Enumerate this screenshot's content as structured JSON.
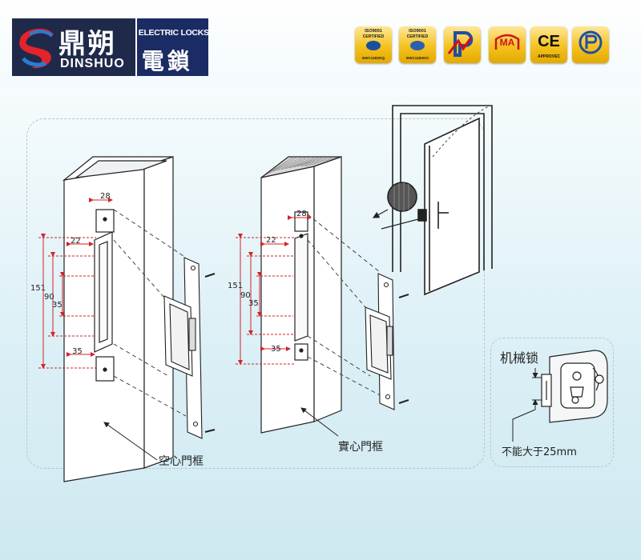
{
  "brand": {
    "name_cn": "鼎朔",
    "name_en": "DINSHUO",
    "product_en": "ELECTRIC LOCKS",
    "product_cn": "電鎖"
  },
  "certifications": [
    {
      "name": "iso9001-certified-badge",
      "line1": "ISO9001",
      "line2": "CERTIFIED",
      "line3": "EWC1183OQ"
    },
    {
      "name": "iso9001-cnas-badge",
      "line1": "ISO9001",
      "line2": "CERTIFIED",
      "line3": "EWC1183OO"
    },
    {
      "name": "quality-mark-badge"
    },
    {
      "name": "cma-badge",
      "text": "MA"
    },
    {
      "name": "ce-badge",
      "text": "CE",
      "sub": "APPROVEC"
    },
    {
      "name": "product-safety-badge"
    }
  ],
  "diagram": {
    "hollow_frame": {
      "label": "空心門框",
      "dims": {
        "d151": "151",
        "d90": "90",
        "d35v": "35",
        "d22": "22",
        "d28": "28",
        "d35h": "35"
      }
    },
    "solid_frame": {
      "label": "實心門框",
      "dims": {
        "d151": "151",
        "d90": "90",
        "d35v": "35",
        "d22": "22",
        "d28": "28",
        "d35h": "35"
      }
    },
    "mechanical_lock": {
      "title": "机械锁",
      "note": "不能大于25mm"
    }
  },
  "colors": {
    "dimension_red": "#d2232a",
    "line_dark": "#222222",
    "header_navy": "#1f2a4a",
    "badge_gold": "#f4c21f"
  }
}
